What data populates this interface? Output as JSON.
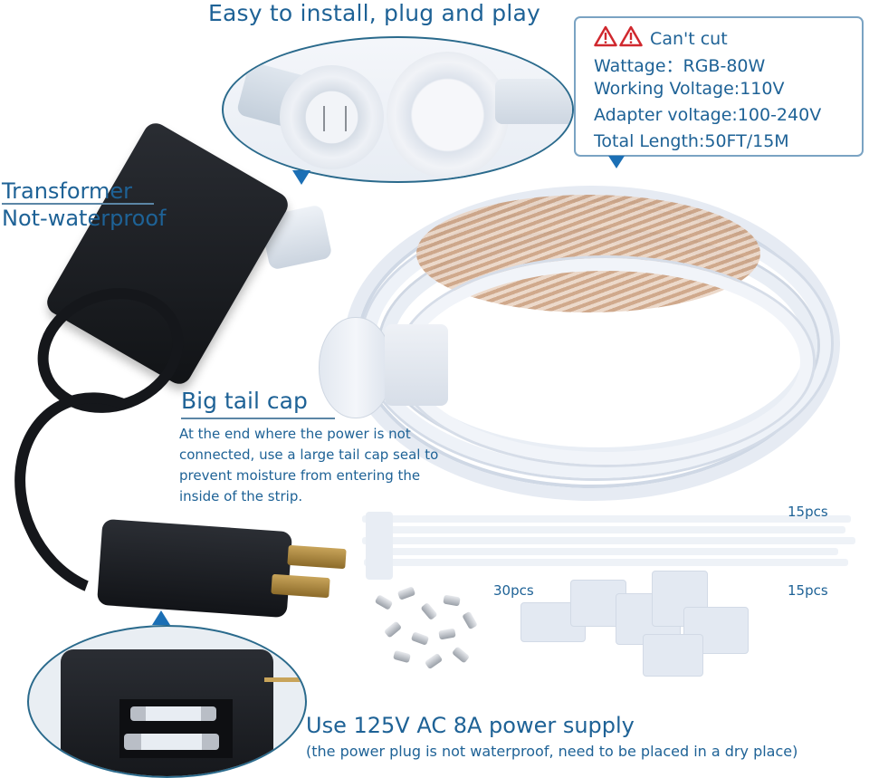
{
  "headings": {
    "top": "Easy to install, plug and play",
    "transformer_line1": "Transformer",
    "transformer_line2": "Not-waterproof",
    "tail_cap": "Big tail cap",
    "power_supply": "Use 125V AC 8A power supply",
    "power_supply_note": "(the power plug is not waterproof, need to be placed in a dry place)"
  },
  "specs": {
    "warning_icons": [
      "warning-triangle-icon",
      "warning-triangle-icon"
    ],
    "cant_cut": "Can't cut",
    "wattage": "Wattage：RGB-80W",
    "working_voltage": "Working Voltage:110V",
    "adapter_voltage": "Adapter voltage:100-240V",
    "total_length": "Total Length:50FT/15M"
  },
  "tail_cap_description": [
    "At the end where the power is not",
    "connected, use a large tail cap seal to",
    "prevent moisture from entering the",
    "inside of the strip."
  ],
  "accessories": {
    "cable_ties": "15pcs",
    "screws": "30pcs",
    "mounting_clips": "15pcs"
  },
  "colors": {
    "text_blue": "#1e6296",
    "pointer_blue": "#1b6fb5",
    "warning_red": "#d0282e",
    "border": "#7aa3c3"
  }
}
